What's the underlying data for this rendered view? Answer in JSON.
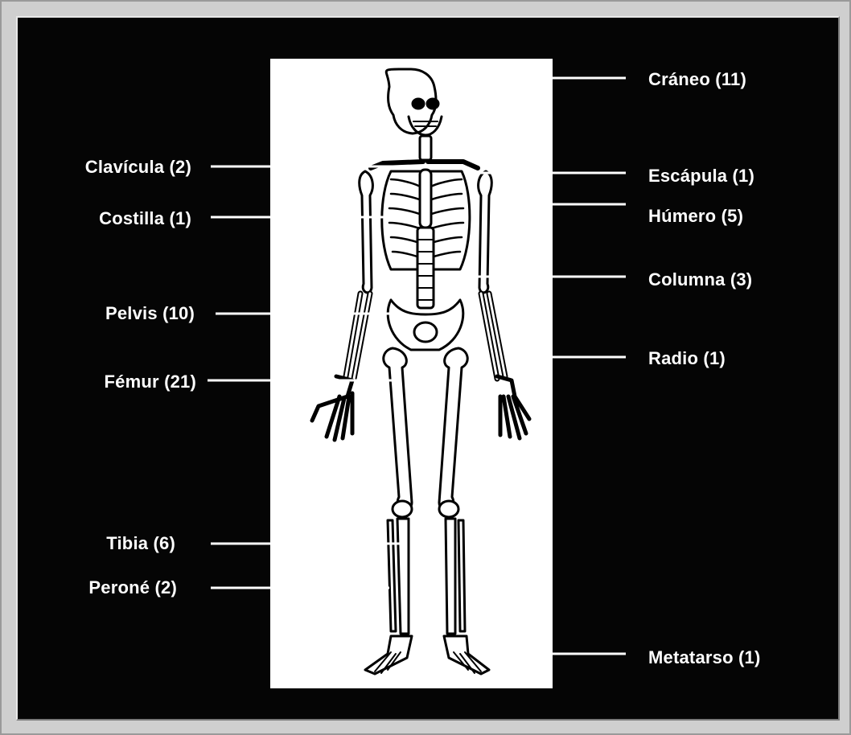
{
  "diagram": {
    "labels_left": [
      {
        "id": "clavicula",
        "text": "Clavícula (2)"
      },
      {
        "id": "costilla",
        "text": "Costilla (1)"
      },
      {
        "id": "pelvis",
        "text": "Pelvis (10)"
      },
      {
        "id": "femur",
        "text": "Fémur (21)"
      },
      {
        "id": "tibia",
        "text": "Tibia (6)"
      },
      {
        "id": "perone",
        "text": "Peroné (2)"
      }
    ],
    "labels_right": [
      {
        "id": "craneo",
        "text": "Cráneo (11)"
      },
      {
        "id": "escapula",
        "text": "Escápula (1)"
      },
      {
        "id": "humero",
        "text": "Húmero (5)"
      },
      {
        "id": "columna",
        "text": "Columna (3)"
      },
      {
        "id": "radio",
        "text": "Radio (1)"
      },
      {
        "id": "metatarso",
        "text": "Metatarso (1)"
      }
    ]
  },
  "colors": {
    "background": "#050505",
    "frame": "#cfcfcf",
    "figure_background": "#ffffff",
    "label_text": "#ffffff",
    "leader_line": "#ffffff"
  }
}
